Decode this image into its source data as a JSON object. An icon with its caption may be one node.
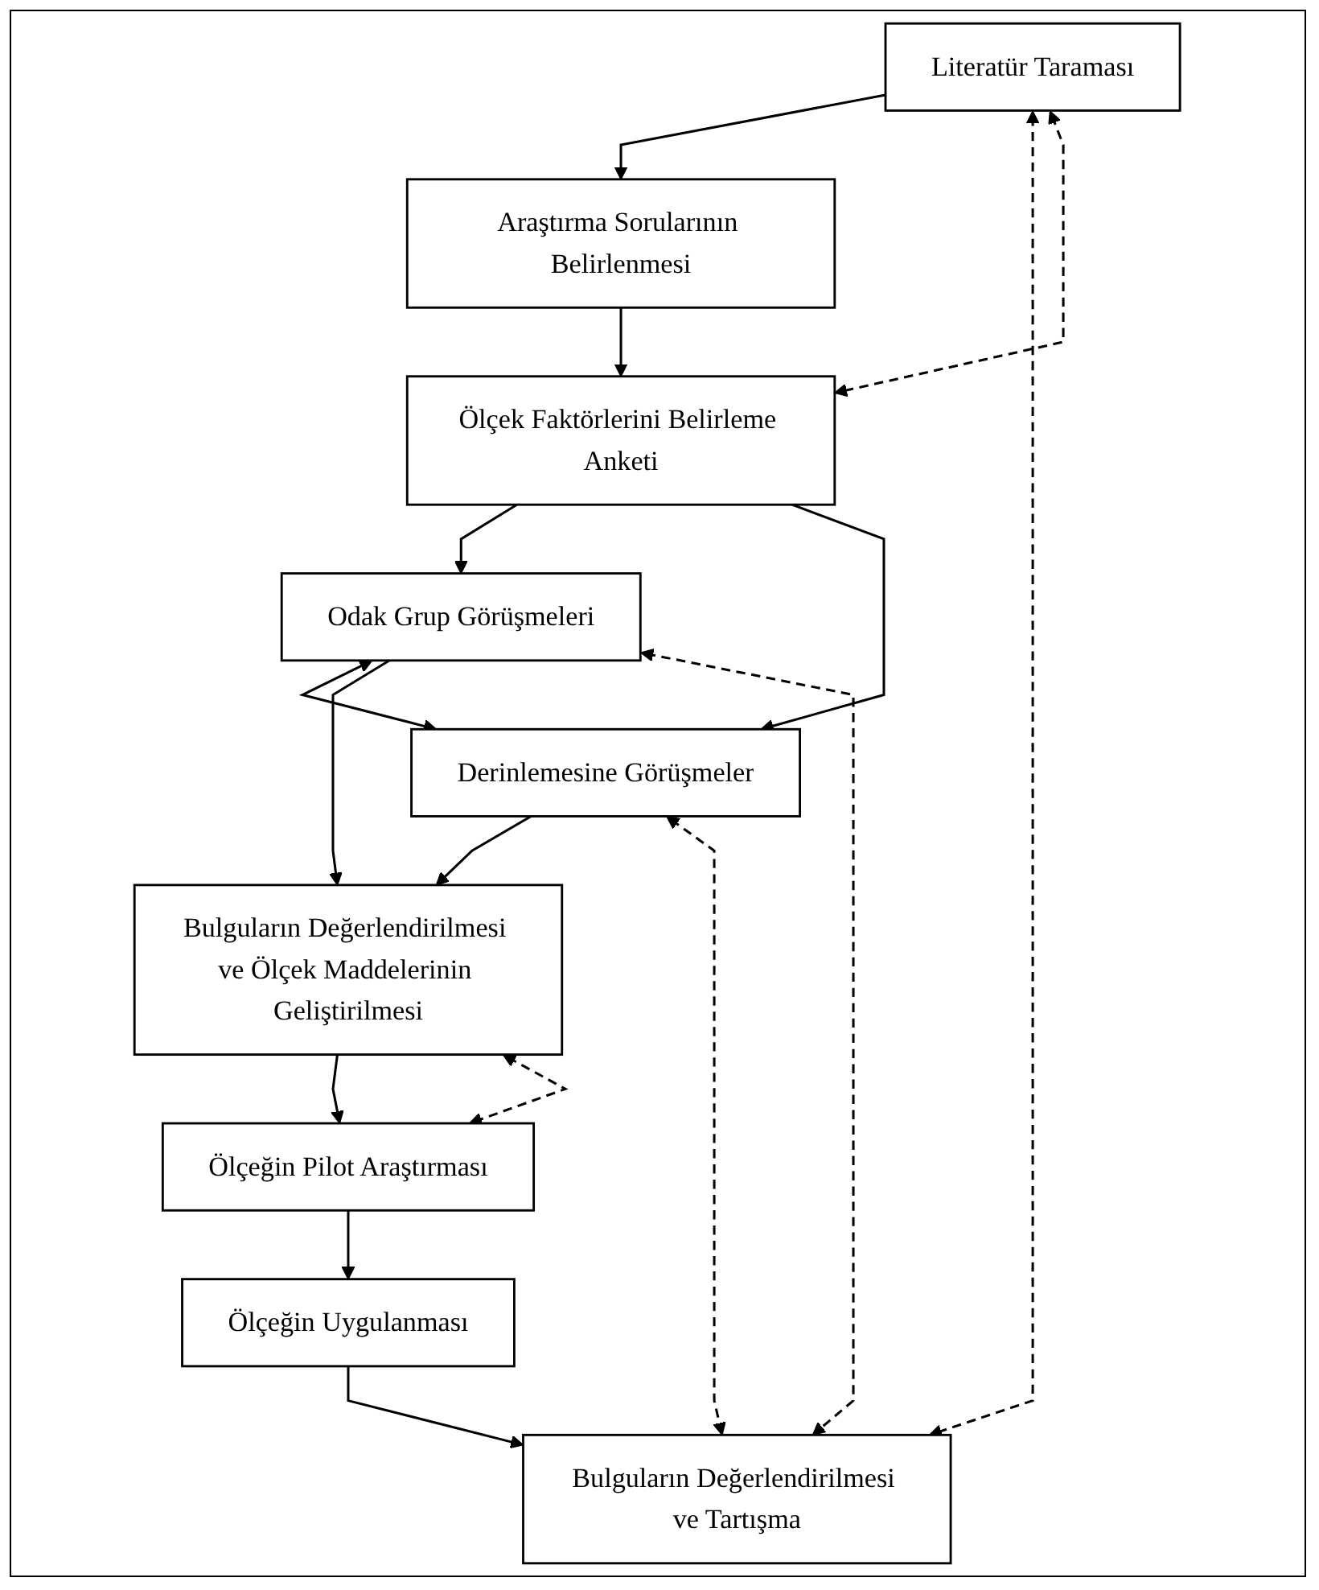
{
  "diagram": {
    "nodes": [
      {
        "text": [
          "Literatür Taraması"
        ]
      },
      {
        "text": [
          "Araştırma Sorularının Belirlenmesi"
        ]
      },
      {
        "text": [
          "Ölçek Faktörlerini Belirleme Anketi"
        ]
      },
      {
        "text": [
          "Odak Grup Görüşmeleri"
        ]
      },
      {
        "text": [
          "Derinlemesine Görüşmeler"
        ]
      },
      {
        "text": [
          "Bulguların Değerlendirilmesi ve Ölçek Maddelerinin Geliştirilmesi"
        ]
      },
      {
        "text": [
          "Ölçeğin Pilot Araştırması"
        ]
      },
      {
        "text": [
          "Ölçeğin Uygulanması"
        ]
      },
      {
        "text": [
          "Bulguların Değerlendirilmesi ve Tartışma"
        ]
      }
    ],
    "edges": [
      {
        "from": 0,
        "to": 1,
        "arrow": "to"
      },
      {
        "from": 1,
        "to": 2,
        "arrow": "to"
      },
      {
        "from": 2,
        "to": 3,
        "arrow": "to"
      },
      {
        "from": 2,
        "to": 4,
        "arrow": "to"
      },
      {
        "from": 3,
        "to": 4,
        "arrow": "both"
      },
      {
        "from": 3,
        "to": 5,
        "arrow": "to"
      },
      {
        "from": 4,
        "to": 5,
        "arrow": "to"
      },
      {
        "from": 5,
        "to": 6,
        "arrow": "to"
      },
      {
        "from": 6,
        "to": 7,
        "arrow": "to"
      },
      {
        "from": 7,
        "to": 8,
        "arrow": "to"
      },
      {
        "from": 0,
        "to": 8,
        "arrow": "both",
        "style": "dashed"
      },
      {
        "from": 0,
        "to": 2,
        "arrow": "both",
        "style": "dashed"
      },
      {
        "from": 3,
        "to": 8,
        "arrow": "both",
        "style": "dashed"
      },
      {
        "from": 4,
        "to": 8,
        "arrow": "both",
        "style": "dashed"
      },
      {
        "from": 5,
        "to": 6,
        "arrow": "both",
        "style": "dashed"
      }
    ]
  }
}
